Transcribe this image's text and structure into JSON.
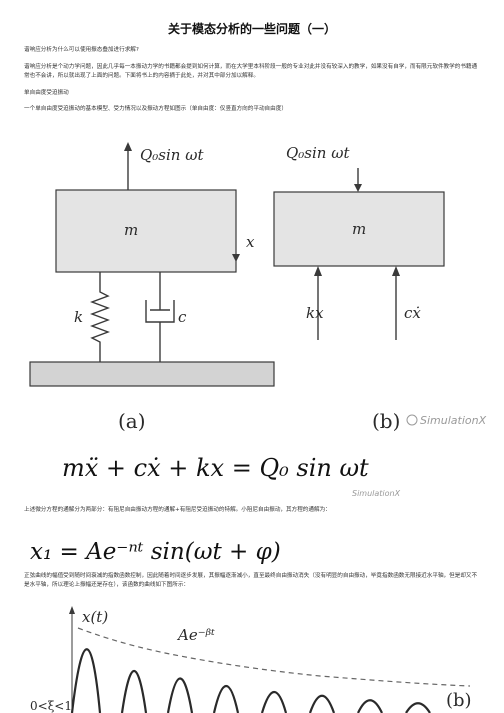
{
  "title": "关于模态分析的一些问题（一）",
  "q1": "谐响应分析为什么可以使用振态叠加进行求解?",
  "p1": "谐响应分析是个动力学问题，因此几乎每一本振动力学的书籍都会提到如何计算，而在大学里本科阶段一般的专业对此并没有较深入的教学，如果没有自学，而有限元软件教学的书籍通常也不会讲，所以就出现了上面的问题。下面将书上的内容摘于此处，并对其中部分加以解释。",
  "h1": "单自由度受迫振动",
  "p2": "一个单自由度受迫振动的基本模型、受力情况以及振动方程如图示（单自由度：仅竖直方向的平动自由度）",
  "fig1": {
    "force_label": "Q₀sin ωt",
    "mass_label": "m",
    "x_label": "x",
    "spring_label": "k",
    "damper_label": "c",
    "kx_label": "kx",
    "cx_label": "cẋ",
    "caption_a": "(a)",
    "caption_b": "(b)",
    "watermark": "SimulationX"
  },
  "eq1": "mẍ + cẋ + kx = Q₀ sin ωt",
  "watermark2": "SimulationX",
  "p3": "上述微分方程的通解分为两部分：有阻尼自由振动方程的通解+有阻尼受迫振动的特解。小阻尼自由振动，其方程的通解为：",
  "eq2": "x₁ = Ae⁻ⁿᵗ sin(ωt + φ)",
  "p4": "正弦曲线的幅值受到随时间衰减的指数函数控制，因此随着时间逐步发展，其振幅逐渐减小，直至最终自由振动消失（没有明显的自由振动，毕竟指数函数无限接近水平轴，但是却又不是水平轴，所以理论上振幅还是存在），该函数的曲线如下图所示：",
  "fig2": {
    "ylabel": "x(t)",
    "envelope_label": "Ae⁻ᵝᵗ",
    "bottom_left": "0<ξ<1",
    "caption": "(b)"
  },
  "colors": {
    "diagram": "#3a3a3a",
    "mass_fill": "#e4e4e4",
    "ground_fill": "#d3d3d3",
    "watermark": "#9a9a9a"
  }
}
